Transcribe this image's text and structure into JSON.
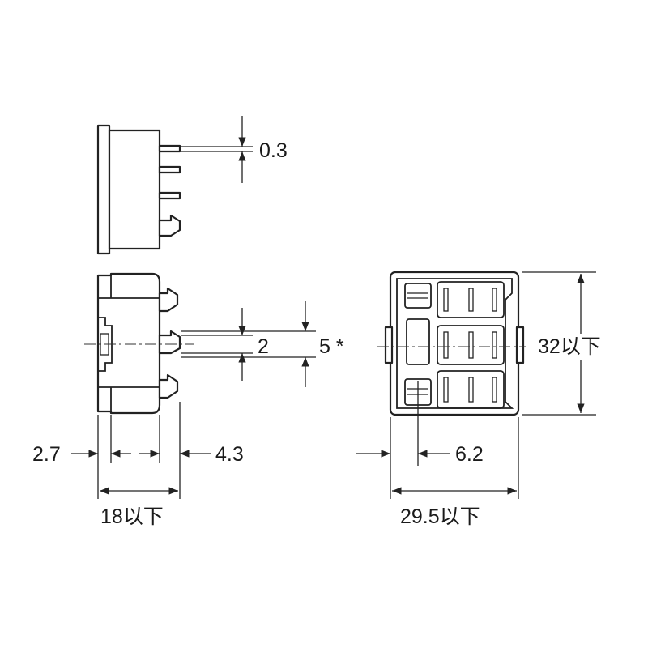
{
  "dimensions": {
    "pin_thickness": "0.3",
    "pin_width": "2",
    "pin_span": "5 *",
    "height": "32以下",
    "depth_front": "2.7",
    "depth_pin": "4.3",
    "depth_total": "18以下",
    "width_offset": "6.2",
    "width_total": "29.5以下"
  }
}
